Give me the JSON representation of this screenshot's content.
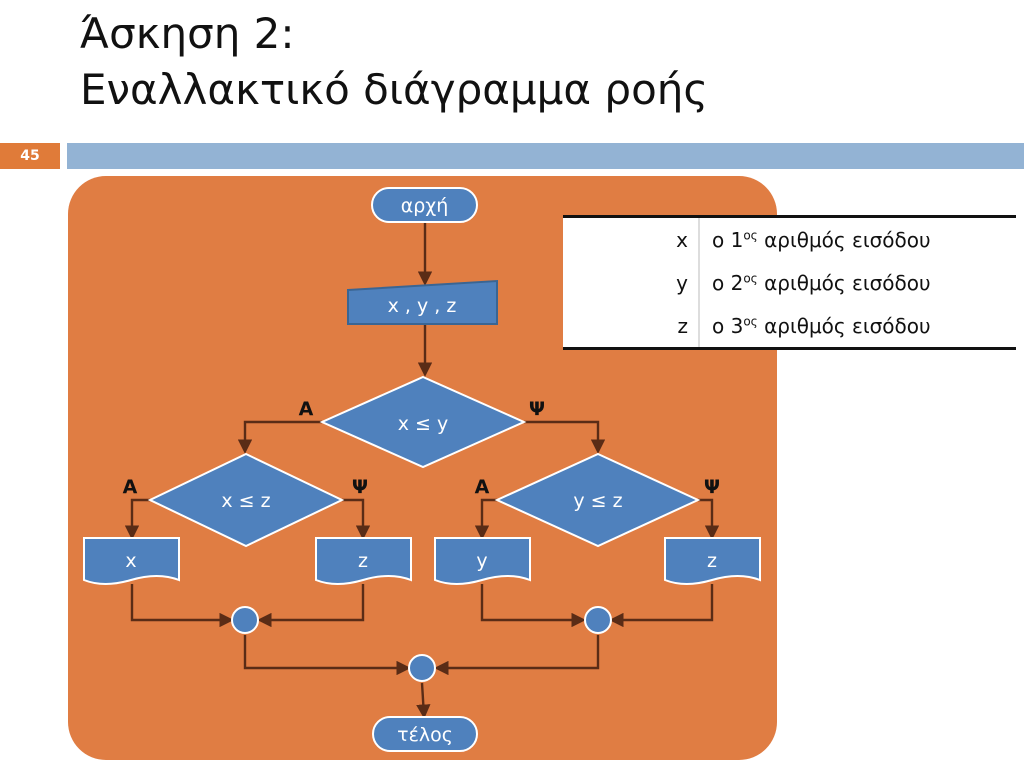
{
  "slide": {
    "title_line1": "Άσκηση 2:",
    "title_line2": "Εναλλακτικό διάγραμμα ροής",
    "number": "45"
  },
  "flowchart": {
    "start": "αρχή",
    "input": "x , y , z",
    "cond_main": "x ≤ y",
    "cond_left": "x ≤ z",
    "cond_right": "y ≤ z",
    "yes": "Α",
    "no": "Ψ",
    "out_1": "x",
    "out_2": "z",
    "out_3": "y",
    "out_4": "z",
    "end": "τέλος"
  },
  "legend": {
    "rows": [
      {
        "var": "x",
        "prefix": "ο 1",
        "sup": "ος",
        "suffix": " αριθμός εισόδου"
      },
      {
        "var": "y",
        "prefix": "ο 2",
        "sup": "ος",
        "suffix": " αριθμός εισόδου"
      },
      {
        "var": "z",
        "prefix": "ο 3",
        "sup": "ος",
        "suffix": " αριθμός εισόδου"
      }
    ]
  },
  "colors": {
    "panel": "#e07d43",
    "shape": "#4f81bd",
    "accent_bar": "#93b3d4",
    "number_badge": "#e07b39"
  }
}
